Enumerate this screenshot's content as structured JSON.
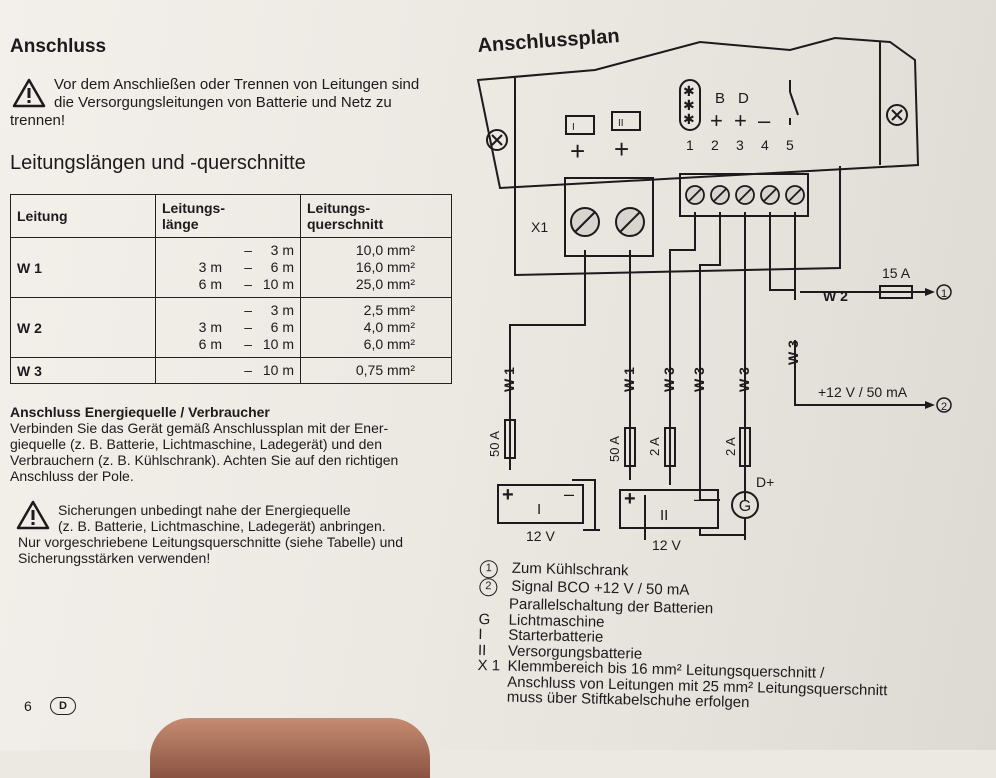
{
  "left": {
    "heading": "Anschluss",
    "warning1": {
      "line1": "Vor dem Anschließen oder Trennen von Leitungen sind",
      "line2": "die Versorgungsleitungen von Batterie und Netz zu",
      "line3": "trennen!"
    },
    "subheading": "Leitungslängen und -querschnitte",
    "table": {
      "headers": {
        "col1": "Leitung",
        "col2": "Leitungs-\nlänge",
        "col3": "Leitungs-\nquerschnitt"
      },
      "rows": [
        {
          "name": "W 1",
          "lengths": [
            [
              "",
              "–",
              "3 m"
            ],
            [
              "3 m",
              "–",
              "6 m"
            ],
            [
              "6 m",
              "–",
              "10 m"
            ]
          ],
          "sections": [
            "10,0 mm²",
            "16,0 mm²",
            "25,0 mm²"
          ]
        },
        {
          "name": "W 2",
          "lengths": [
            [
              "",
              "–",
              "3 m"
            ],
            [
              "3 m",
              "–",
              "6 m"
            ],
            [
              "6 m",
              "–",
              "10 m"
            ]
          ],
          "sections": [
            "2,5 mm²",
            "4,0 mm²",
            "6,0 mm²"
          ]
        },
        {
          "name": "W 3",
          "lengths": [
            [
              "",
              "–",
              "10 m"
            ]
          ],
          "sections": [
            "0,75 mm²"
          ]
        }
      ]
    },
    "energy_heading": "Anschluss Energiequelle / Verbraucher",
    "energy_lines": [
      "Verbinden Sie das Gerät gemäß Anschlussplan mit der Ener-",
      "giequelle (z. B. Batterie, Lichtmaschine, Ladegerät) und den",
      "Verbrauchern (z. B. Kühlschrank). Achten Sie auf den richtigen",
      "Anschluss der Pole."
    ],
    "warning2_lines": [
      "Sicherungen unbedingt nahe der Energiequelle",
      "(z. B. Batterie, Lichtmaschine, Ladegerät) anbringen.",
      "Nur vorgeschriebene Leitungsquerschnitte (siehe Tabelle) und",
      "Sicherungsstärken verwenden!"
    ],
    "page_number": "6",
    "lang_badge": "D"
  },
  "diagram": {
    "title": "Anschlussplan",
    "terminal_labels": [
      "1",
      "2",
      "3",
      "4",
      "5"
    ],
    "terminal_top": [
      "B",
      "D"
    ],
    "battery_i_symbol": "I",
    "battery_ii_symbol": "II",
    "terminal_block": "X1",
    "fuse_15a": "15 A",
    "w2_label": "W 2",
    "w3_label": "W 3",
    "w1_label": "W 1",
    "signal_label": "+12 V / 50 mA",
    "out1": "1",
    "out2": "2",
    "fuse_50a": "50 A",
    "fuse_2a": "2 A",
    "dplus": "D+",
    "gen_symbol": "G",
    "batt_volt": "12 V",
    "plus": "+",
    "minus": "–"
  },
  "legend": [
    {
      "key": "1",
      "circled": true,
      "text": "Zum Kühlschrank"
    },
    {
      "key": "2",
      "circled": true,
      "text": "Signal BCO +12 V / 50 mA"
    },
    {
      "key": "",
      "circled": false,
      "text": "Parallelschaltung der Batterien"
    },
    {
      "key": "G",
      "circled": false,
      "text": "Lichtmaschine"
    },
    {
      "key": "I",
      "circled": false,
      "text": "Starterbatterie"
    },
    {
      "key": "II",
      "circled": false,
      "text": "Versorgungsbatterie"
    },
    {
      "key": "X 1",
      "circled": false,
      "text": "Klemmbereich bis 16 mm² Leitungsquerschnitt /"
    },
    {
      "key": "",
      "circled": false,
      "text": "Anschluss von Leitungen mit 25 mm² Leitungsquerschnitt"
    },
    {
      "key": "",
      "circled": false,
      "text": "muss über Stiftkabelschuhe erfolgen"
    }
  ]
}
